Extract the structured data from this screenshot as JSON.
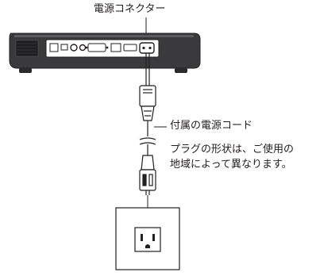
{
  "labels": {
    "power_connector": "電源コネクター",
    "power_cord": "付属の電源コード",
    "plug_note_line1": "プラグの形状は、ご使用の",
    "plug_note_line2": "地域によって異なります。"
  },
  "colors": {
    "line": "#231f20",
    "device_body": "#3a3a3c",
    "device_panel": "#ffffff",
    "background": "#ffffff"
  }
}
